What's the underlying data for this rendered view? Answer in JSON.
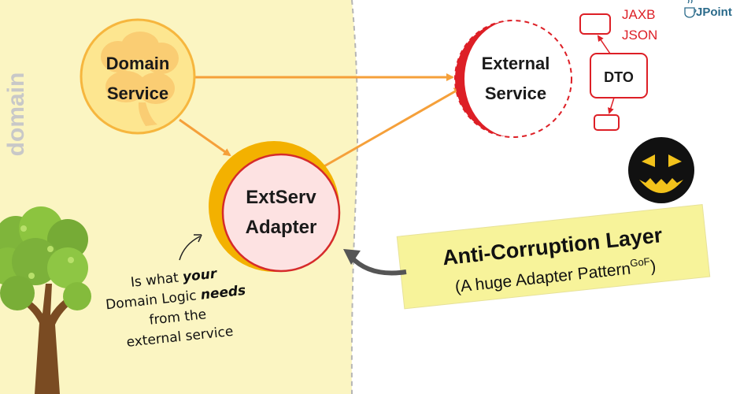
{
  "region": {
    "label": "domain",
    "colors": {
      "domain_bg": "#fbf5c2",
      "boundary": "#b5b5b5"
    }
  },
  "domain_service": {
    "line1": "Domain",
    "line2": "Service"
  },
  "external_service": {
    "line1": "External",
    "line2": "Service"
  },
  "adapter": {
    "line1": "ExtServ",
    "line2": "Adapter"
  },
  "dto": {
    "label": "DTO",
    "format1": "JAXB",
    "format2": "JSON"
  },
  "logo": {
    "text": "JPoint",
    "icon": "java-cup-icon"
  },
  "acl_note": {
    "title": "Anti-Corruption Layer",
    "subtitle": "(A huge Adapter Pattern",
    "superscript": "GoF",
    "close": ")"
  },
  "annotation": {
    "l1_a": "Is what ",
    "l1_b": "your",
    "l2_a": "Domain Logic ",
    "l2_b": "needs",
    "l3": "from the",
    "l4": "external service"
  },
  "icons": {
    "brain": "brain-icon",
    "tree": "tree-icon",
    "pumpkin": "jack-o-lantern-icon"
  },
  "colors": {
    "orange": "#f5a03a",
    "red": "#dd1f26",
    "note": "#f7f39a"
  }
}
